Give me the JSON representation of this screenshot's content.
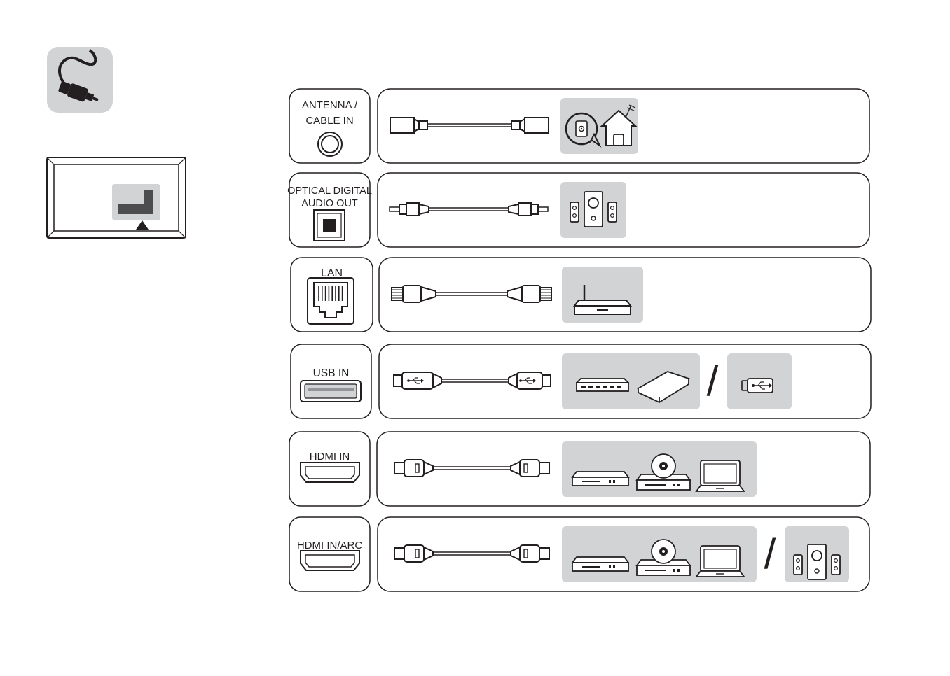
{
  "ports": [
    {
      "lines": [
        "ANTENNA /",
        "CABLE IN"
      ],
      "cable": "coaxial-cable",
      "devices": [
        "antenna-outlet-icon",
        "house-antenna-icon"
      ]
    },
    {
      "lines": [
        "OPTICAL DIGITAL",
        "AUDIO OUT"
      ],
      "cable": "optical-cable",
      "devices": [
        "speaker-system-icon"
      ]
    },
    {
      "lines": [
        "LAN"
      ],
      "cable": "lan-cable",
      "devices": [
        "router-icon"
      ]
    },
    {
      "lines": [
        "USB IN"
      ],
      "cable": "usb-cable",
      "devices": [
        "usb-hub-icon",
        "external-hdd-icon"
      ],
      "alt_separator": "/",
      "alt_devices": [
        "usb-flash-drive-icon"
      ]
    },
    {
      "lines": [
        "HDMI IN"
      ],
      "cable": "hdmi-cable",
      "devices": [
        "set-top-box-icon",
        "dvd-player-icon",
        "laptop-icon"
      ]
    },
    {
      "lines": [
        "HDMI IN/ARC"
      ],
      "cable": "hdmi-cable",
      "devices": [
        "set-top-box-icon",
        "dvd-player-icon",
        "laptop-icon"
      ],
      "alt_separator": "/",
      "alt_devices": [
        "speaker-system-icon"
      ]
    }
  ],
  "icons": {
    "header": "cable-plug-icon",
    "tv": "tv-rear-panel-icon",
    "arrow": "triangle-up-icon"
  },
  "colors": {
    "stroke": "#231f20",
    "panel": "#d1d3d4",
    "dark": "#4d4d4f",
    "badge": "#d1d3d4"
  }
}
